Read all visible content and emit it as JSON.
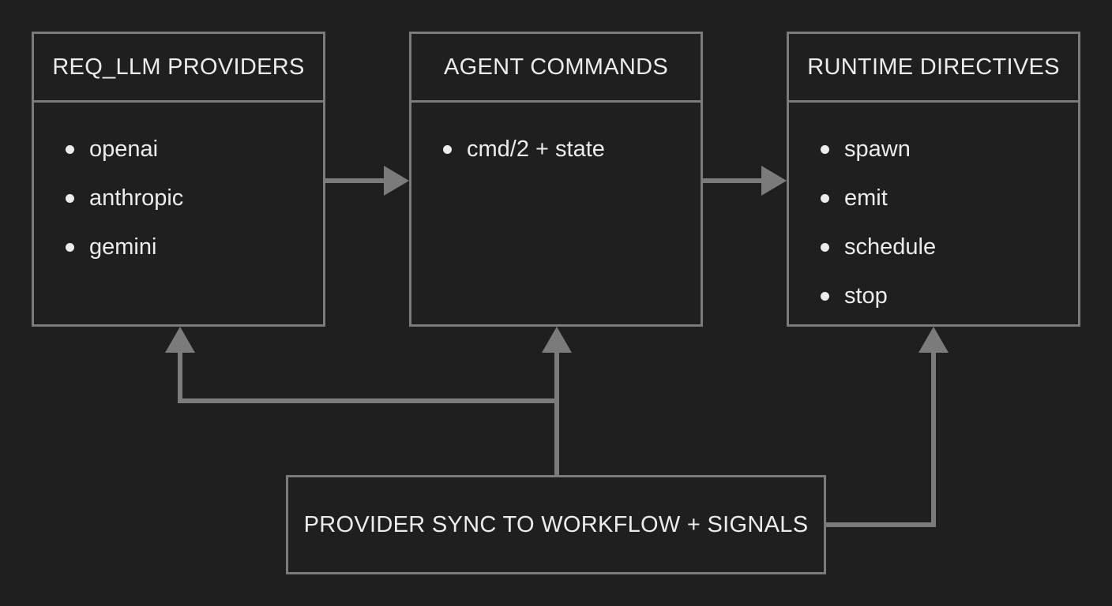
{
  "boxes": {
    "providers": {
      "title": "REQ_LLM PROVIDERS",
      "items": [
        "openai",
        "anthropic",
        "gemini"
      ]
    },
    "commands": {
      "title": "AGENT COMMANDS",
      "items": [
        "cmd/2 + state"
      ]
    },
    "directives": {
      "title": "RUNTIME DIRECTIVES",
      "items": [
        "spawn",
        "emit",
        "schedule",
        "stop"
      ]
    },
    "sync": {
      "label": "PROVIDER SYNC TO WORKFLOW + SIGNALS"
    }
  },
  "colors": {
    "background": "#1f1f1f",
    "border": "#7b7b7b",
    "text": "#ececec"
  }
}
